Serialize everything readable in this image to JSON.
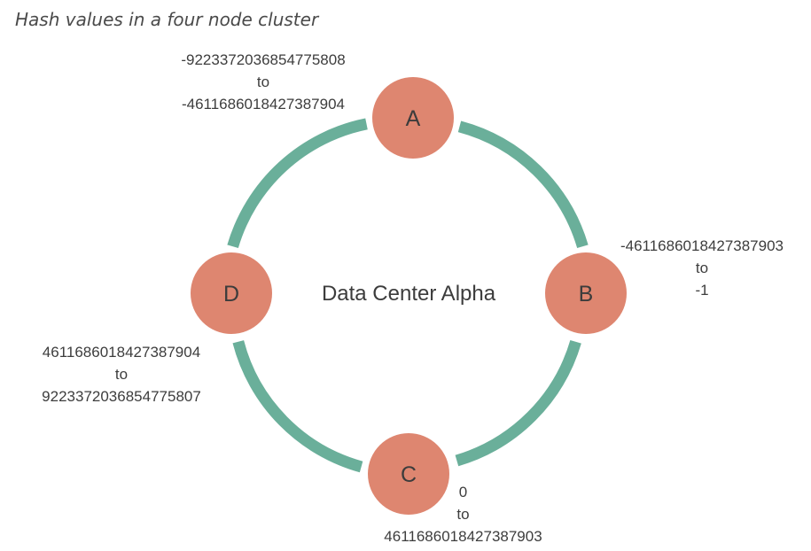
{
  "caption": "Hash values in a four node cluster",
  "center_label": "Data Center Alpha",
  "colors": {
    "ring": "#6aaf9a",
    "node": "#de8670",
    "node_text": "#3c3c3c",
    "label_text": "#3d3d3d"
  },
  "nodes": [
    {
      "id": "A",
      "label": "A",
      "range_from": "-9223372036854775808",
      "range_word": "to",
      "range_to": "-4611686018427387904"
    },
    {
      "id": "B",
      "label": "B",
      "range_from": "-4611686018427387903",
      "range_word": "to",
      "range_to": "-1"
    },
    {
      "id": "C",
      "label": "C",
      "range_from": "0",
      "range_word": "to",
      "range_to": "4611686018427387903"
    },
    {
      "id": "D",
      "label": "D",
      "range_from": "4611686018427387904",
      "range_word": "to",
      "range_to": "9223372036854775807"
    }
  ]
}
